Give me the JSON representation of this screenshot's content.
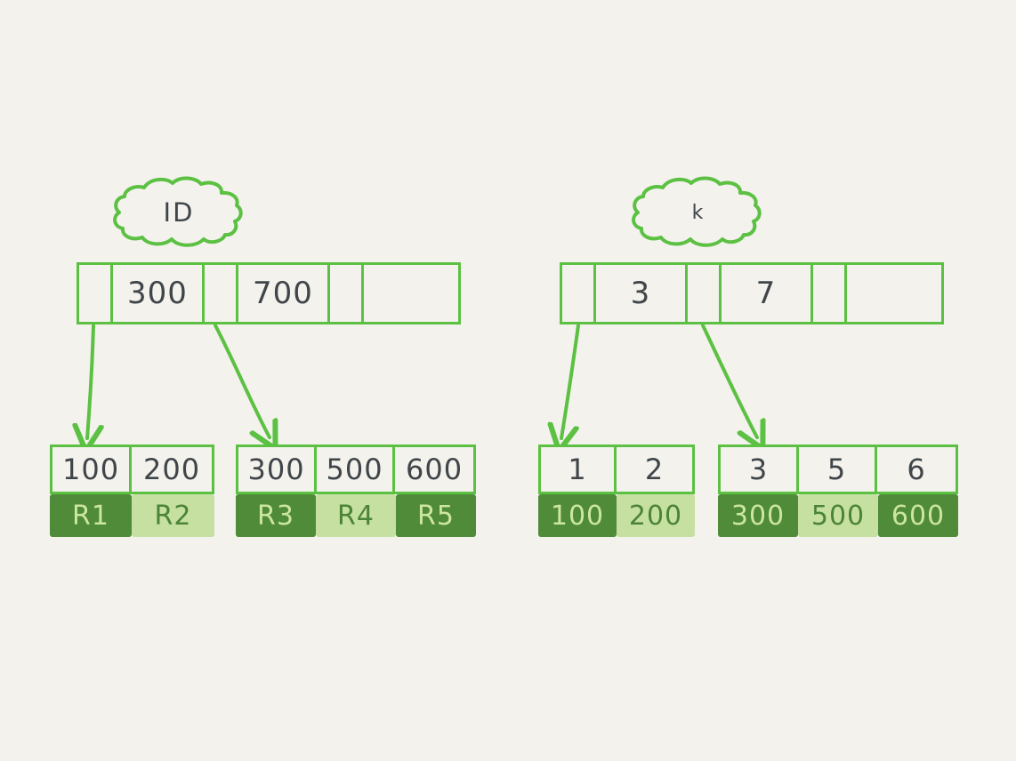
{
  "canvas": {
    "background": "#f3f2ed",
    "stroke": "#5cc143",
    "ink": "#3f4549",
    "dark_green": "#4f8b39",
    "light_green": "#c5e0a1",
    "dark_text": "#cde69f",
    "light_text": "#4b8436"
  },
  "diagram": {
    "type": "b-plus-tree-index-pair",
    "trees": [
      {
        "id": "clustered-index",
        "label": "ID",
        "root": {
          "keys": [
            "300",
            "700"
          ],
          "pointers": 3,
          "empty_tail": true
        },
        "leaves": [
          {
            "id": "leaf-left-1",
            "keys": [
              "100",
              "200"
            ],
            "values": [
              "R1",
              "R2"
            ],
            "shades": [
              "dark",
              "light"
            ]
          },
          {
            "id": "leaf-left-2",
            "keys": [
              "300",
              "500",
              "600"
            ],
            "values": [
              "R3",
              "R4",
              "R5"
            ],
            "shades": [
              "dark",
              "light",
              "dark"
            ]
          }
        ]
      },
      {
        "id": "secondary-index",
        "label": "k",
        "root": {
          "keys": [
            "3",
            "7"
          ],
          "pointers": 3,
          "empty_tail": true
        },
        "leaves": [
          {
            "id": "leaf-right-1",
            "keys": [
              "1",
              "2"
            ],
            "values": [
              "100",
              "200"
            ],
            "shades": [
              "dark",
              "light"
            ]
          },
          {
            "id": "leaf-right-2",
            "keys": [
              "3",
              "5",
              "6"
            ],
            "values": [
              "300",
              "500",
              "600"
            ],
            "shades": [
              "dark",
              "light",
              "dark"
            ]
          }
        ]
      }
    ]
  }
}
